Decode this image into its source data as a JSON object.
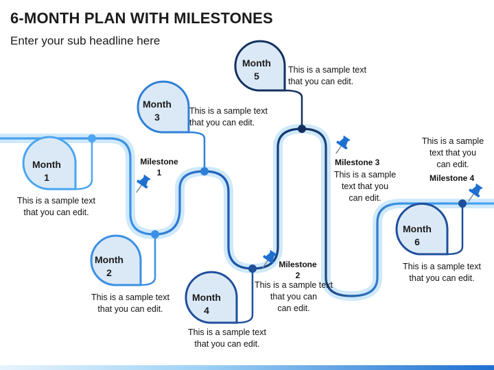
{
  "header": {
    "title": "6-MONTH PLAN WITH MILESTONES",
    "subtitle": "Enter your sub headline here"
  },
  "months": [
    {
      "label_line1": "Month",
      "label_line2": "1",
      "text": "This is a sample text\nthat you can edit."
    },
    {
      "label_line1": "Month",
      "label_line2": "2",
      "text": "This is a sample text\nthat you can edit."
    },
    {
      "label_line1": "Month",
      "label_line2": "3",
      "text": "This is a sample text\nthat you can edit."
    },
    {
      "label_line1": "Month",
      "label_line2": "4",
      "text": "This is a sample text\nthat you can edit."
    },
    {
      "label_line1": "Month",
      "label_line2": "5",
      "text": "This is a sample text\nthat you can edit."
    },
    {
      "label_line1": "Month",
      "label_line2": "6",
      "text": "This is a sample text\nthat you can edit."
    }
  ],
  "milestones": [
    {
      "label": "Milestone\n1"
    },
    {
      "label": "Milestone\n2",
      "text": "This is a sample text\nthat you can\ncan edit."
    },
    {
      "label": "Milestone 3",
      "text": "This is a sample\ntext that you\ncan edit."
    },
    {
      "label": "Milestone 4",
      "text": "This is a sample\ntext that you\ncan edit."
    }
  ],
  "colors": {
    "light_blue": "#4aa6f0",
    "mid_blue": "#2f7fd8",
    "dark_navy": "#13305e",
    "glow": "#cfe9fb",
    "bubble_fill": "#dbe9f7"
  }
}
